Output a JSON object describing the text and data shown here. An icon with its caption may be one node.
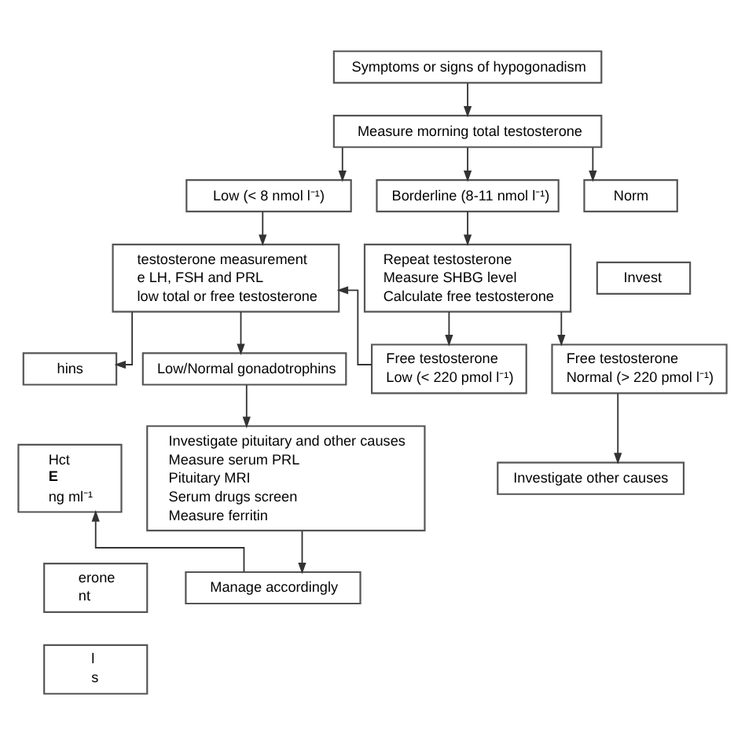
{
  "diagram": {
    "nodes": [
      {
        "text": [
          "Symptoms or signs of hypogonadism"
        ]
      },
      {
        "text": [
          "Measure morning total testosterone"
        ]
      },
      {
        "text": [
          "Low (< 8 nmol l⁻¹)"
        ]
      },
      {
        "text": [
          "Borderline (8-11 nmol l⁻¹)"
        ]
      },
      {
        "text": [
          "Norm"
        ]
      },
      {
        "text": [
          "testosterone measurement",
          "e LH, FSH and PRL",
          "low total or free testosterone"
        ]
      },
      {
        "text": [
          "Repeat testosterone",
          "Measure SHBG level",
          "Calculate free testosterone"
        ]
      },
      {
        "text": [
          "Invest"
        ]
      },
      {
        "text": [
          "hins"
        ]
      },
      {
        "text": [
          "Low/Normal gonadotrophins"
        ]
      },
      {
        "text": [
          "Free testosterone",
          "Low (< 220 pmol l⁻¹)"
        ]
      },
      {
        "text": [
          "Free testosterone",
          "Normal (> 220 pmol l⁻¹)"
        ]
      },
      {
        "text": [
          "Hct",
          "E",
          "ng ml⁻¹"
        ]
      },
      {
        "text": [
          "Investigate pituitary and other causes",
          "Measure serum PRL",
          "Pituitary MRI",
          "Serum drugs screen",
          "Measure ferritin"
        ]
      },
      {
        "text": [
          "Investigate other causes"
        ]
      },
      {
        "text": [
          "erone",
          "nt"
        ]
      },
      {
        "text": [
          "l",
          "s"
        ]
      },
      {
        "text": [
          "Manage accordingly"
        ]
      }
    ],
    "edges": [
      {
        "from": 0,
        "to": 1,
        "arrow": "to"
      },
      {
        "from": 1,
        "to": 2,
        "arrow": "to"
      },
      {
        "from": 1,
        "to": 3,
        "arrow": "to"
      },
      {
        "from": 1,
        "to": 4,
        "arrow": "to"
      },
      {
        "from": 2,
        "to": 5,
        "arrow": "to"
      },
      {
        "from": 3,
        "to": 6,
        "arrow": "to"
      },
      {
        "from": 5,
        "to": 8,
        "arrow": "to"
      },
      {
        "from": 5,
        "to": 9,
        "arrow": "to"
      },
      {
        "from": 6,
        "to": 10,
        "arrow": "to"
      },
      {
        "from": 6,
        "to": 11,
        "arrow": "to"
      },
      {
        "from": 10,
        "to": 5,
        "arrow": "to"
      },
      {
        "from": 9,
        "to": 13,
        "arrow": "to"
      },
      {
        "from": 11,
        "to": 14,
        "arrow": "to"
      },
      {
        "from": 13,
        "to": 17,
        "arrow": "to"
      },
      {
        "from": 17,
        "to": 12,
        "arrow": "to"
      }
    ]
  }
}
